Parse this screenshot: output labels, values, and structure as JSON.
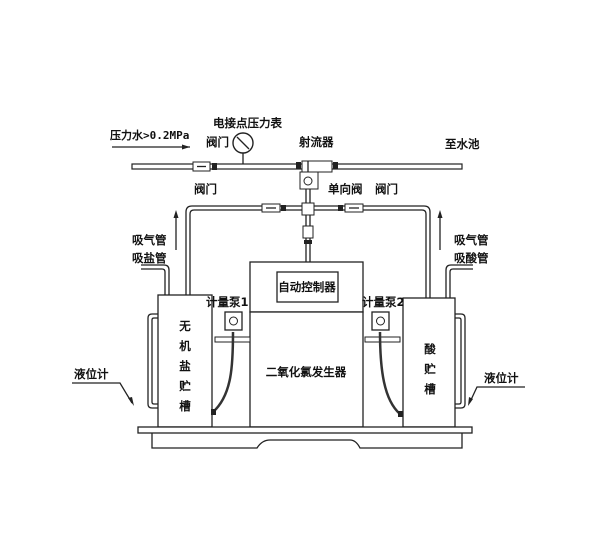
{
  "labels": {
    "pressure_water": "压力水>0.2MPa",
    "pressure_gauge": "电接点压力表",
    "valve_top": "阀门",
    "ejector": "射流器",
    "to_pool": "至水池",
    "valve_left": "阀门",
    "check_valve": "单向阀",
    "valve_right": "阀门",
    "air_pipe_left": "吸气管",
    "salt_pipe": "吸盐管",
    "air_pipe_right": "吸气管",
    "acid_pipe": "吸酸管",
    "controller": "自动控制器",
    "pump1": "计量泵1",
    "pump2": "计量泵2",
    "salt_tank": [
      "无",
      "机",
      "盐",
      "贮",
      "槽"
    ],
    "acid_tank": [
      "酸",
      "贮",
      "槽"
    ],
    "generator": "二氧化氯发生器",
    "level_left": "液位计",
    "level_right": "液位计"
  }
}
